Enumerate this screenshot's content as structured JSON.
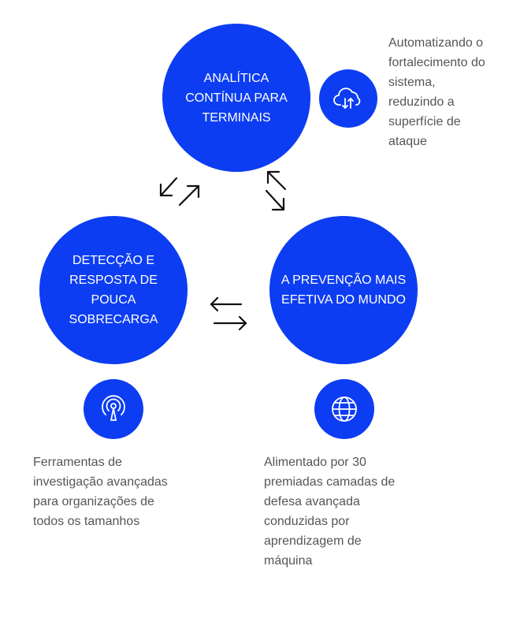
{
  "colors": {
    "accent": "#0d3df2",
    "text": "#555555",
    "arrow": "#111111"
  },
  "nodes": {
    "analytics": {
      "label": "ANALÍTICA\nCONTÍNUA PARA\nTERMINAIS",
      "icon": "cloud-sync-icon",
      "description": "Automatizando o\nfortalecimento do\nsistema,\nreduzindo a\nsuperfície de\nataque"
    },
    "detection": {
      "label": "DETECÇÃO E\nRESPOSTA DE POUCA\nSOBRECARGA",
      "icon": "radio-signal-icon",
      "description": "Ferramentas de\ninvestigação avançadas\npara organizações de\ntodos os tamanhos"
    },
    "prevention": {
      "label": "A PREVENÇÃO MAIS\nEFETIVA DO MUNDO",
      "icon": "globe-icon",
      "description": "Alimentado por 30\npremiadas camadas de\ndefesa avançada\nconduzidas por\naprendizagem de\nmáquina"
    }
  }
}
